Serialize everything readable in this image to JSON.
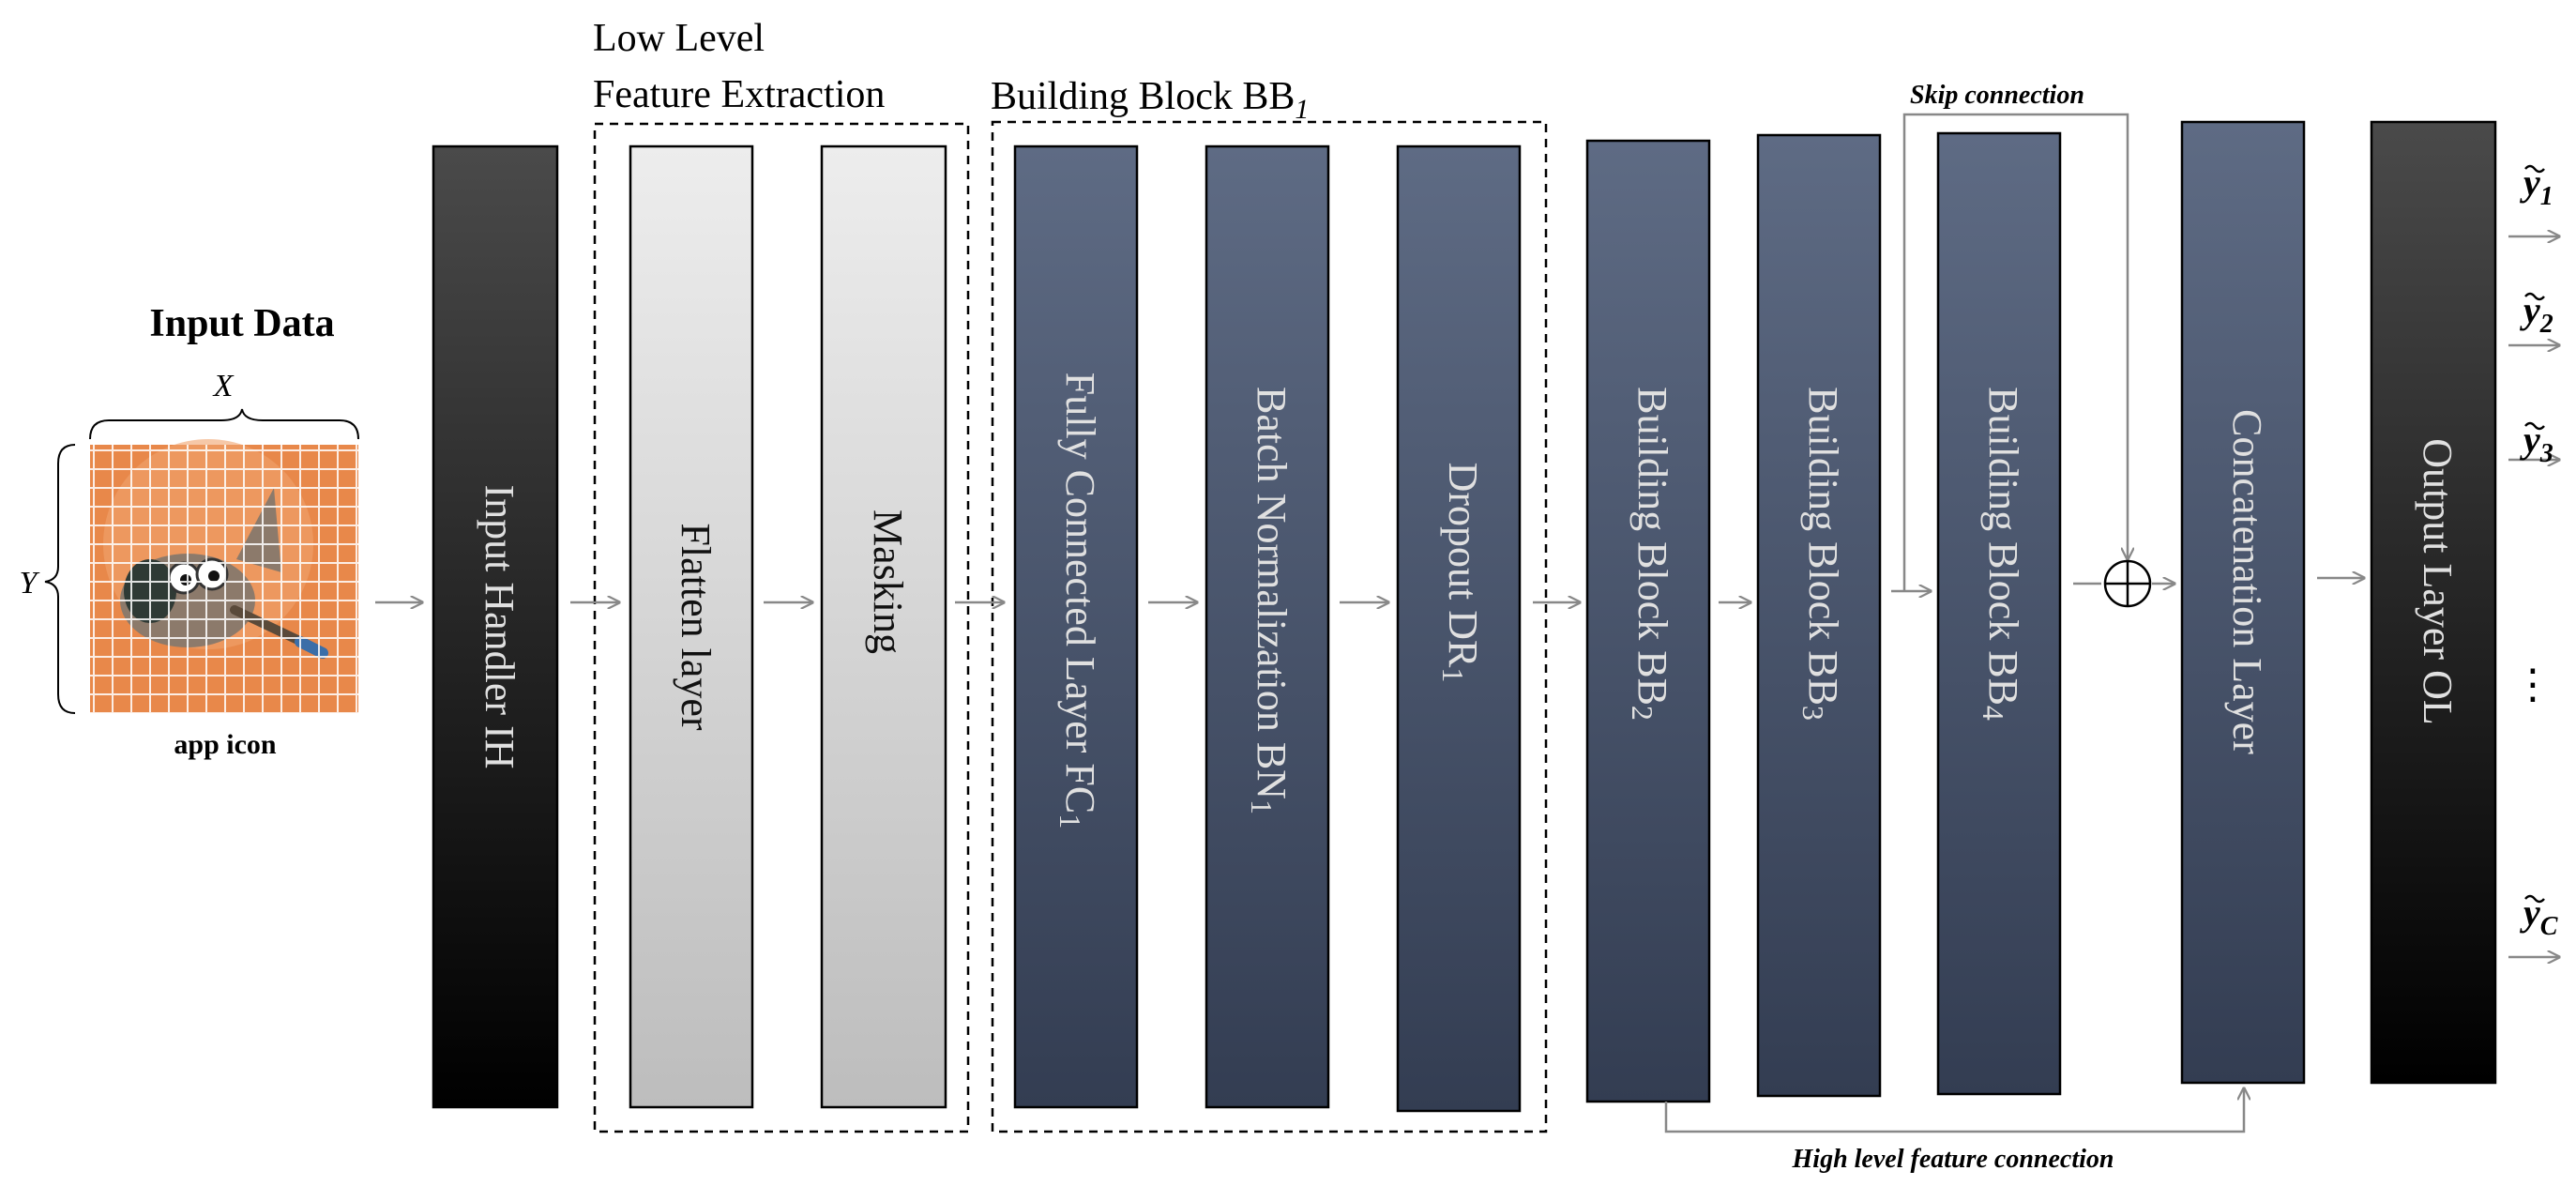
{
  "input": {
    "title": "Input Data",
    "x_label": "X",
    "y_label": "Y",
    "caption": "app icon",
    "icon": "gimp-mascot-icon",
    "tile_color": "#E8884A"
  },
  "groups": {
    "low_level": {
      "line1": "Low Level",
      "line2": "Feature Extraction"
    },
    "bb1": {
      "label": "Building Block BB",
      "sub": "1"
    }
  },
  "layers": {
    "input_handler": {
      "label": "Input Handler IH"
    },
    "flatten": {
      "label": "Flatten layer"
    },
    "masking": {
      "label": "Masking"
    },
    "fc1": {
      "label": "Fully Connected Layer FC",
      "sub": "1"
    },
    "bn1": {
      "label": "Batch Normalization BN",
      "sub": "1"
    },
    "dr1": {
      "label": "Dropout DR",
      "sub": "1"
    },
    "bb2": {
      "label": "Building Block BB",
      "sub": "2"
    },
    "bb3": {
      "label": "Building Block BB",
      "sub": "3"
    },
    "bb4": {
      "label": "Building Block BB",
      "sub": "4"
    },
    "concat": {
      "label": "Concatenation Layer"
    },
    "output": {
      "label": "Output Layer OL"
    }
  },
  "connections": {
    "skip": "Skip connection",
    "high_level": "High level feature connection"
  },
  "outputs": [
    {
      "symbol": "y",
      "sub": "1"
    },
    {
      "symbol": "y",
      "sub": "2"
    },
    {
      "symbol": "y",
      "sub": "3"
    },
    {
      "symbol": "y",
      "sub": "C"
    }
  ],
  "outputs_ellipsis": "⋮",
  "colors": {
    "dark_block_top": "#4A4A4A",
    "dark_block_bottom": "#000000",
    "light_block_top": "#EDEDED",
    "light_block_bottom": "#BDBDBD",
    "blue_block_top": "#5E6B84",
    "blue_block_bottom": "#333D52",
    "arrow": "#888888",
    "rotated_text_light": "#E0E0E0",
    "rotated_text_dark": "#111111"
  }
}
